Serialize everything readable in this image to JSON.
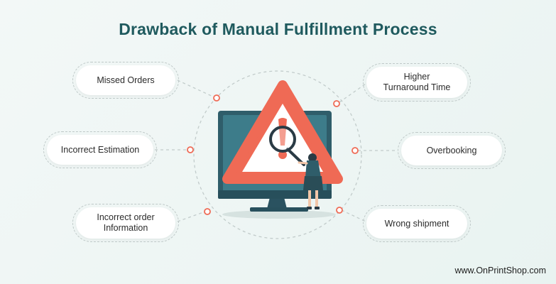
{
  "title": "Drawback of Manual Fulfillment Process",
  "items": {
    "missed_orders": "Missed Orders",
    "incorrect_estimation": "Incorrect Estimation",
    "incorrect_order_info": "Incorrect order\nInformation",
    "higher_turnaround": "Higher\nTurnaround Time",
    "overbooking": "Overbooking",
    "wrong_shipment": "Wrong shipment"
  },
  "website": "www.OnPrintShop.com",
  "colors": {
    "title": "#1f5a5e",
    "warning": "#ef6a55",
    "monitor": "#2f5d6a",
    "screen": "#3d7c8a",
    "node": "#ef6a55"
  }
}
